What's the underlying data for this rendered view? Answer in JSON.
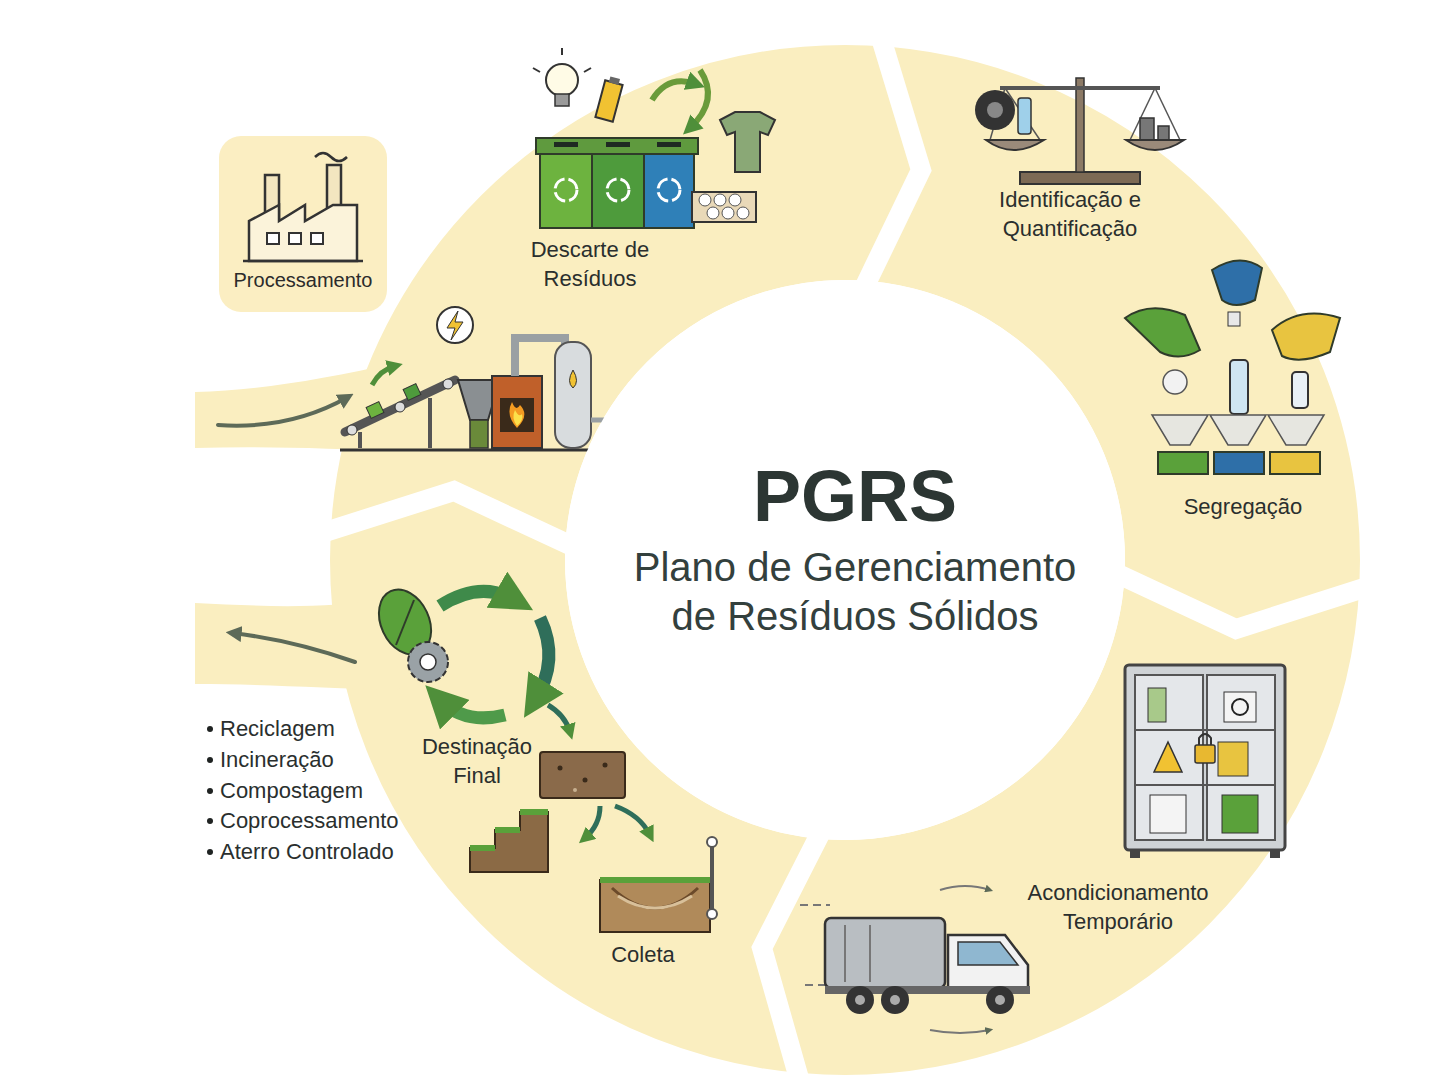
{
  "diagram": {
    "nodes": [
      {
        "text": [
          "Processamento"
        ]
      },
      {
        "text": [
          "PGRS",
          "Plano de Gerenciamento de Resíduos Sólidos"
        ]
      }
    ],
    "labels": [
      "Descarte de Resíduos",
      "Identificação e Quantificação",
      "Segregação",
      "Acondicionamento Temporário",
      "Coleta",
      "Destinação Final",
      "Reciclagem",
      "Incineração",
      "Compostagem",
      "Coprocessamento",
      "Aterro Controlado"
    ]
  }
}
